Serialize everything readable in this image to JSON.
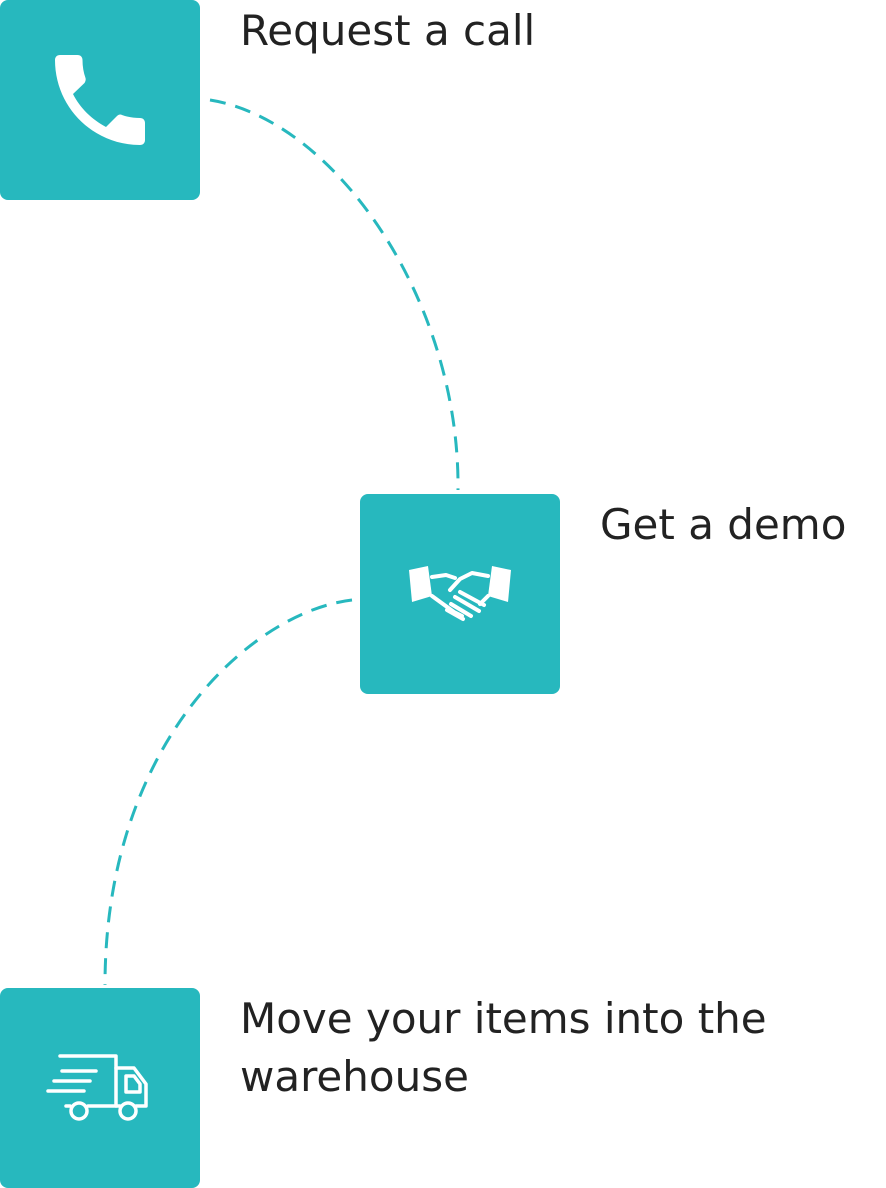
{
  "theme": {
    "accent": "#27b8be",
    "text": "#222222",
    "icon": "#ffffff",
    "background": "#ffffff"
  },
  "steps": [
    {
      "label": "Request a call",
      "icon": "phone-icon"
    },
    {
      "label": "Get a demo",
      "icon": "handshake-icon"
    },
    {
      "label": "Move your items into the",
      "label_line2": "warehouse",
      "icon": "delivery-truck-icon"
    }
  ]
}
